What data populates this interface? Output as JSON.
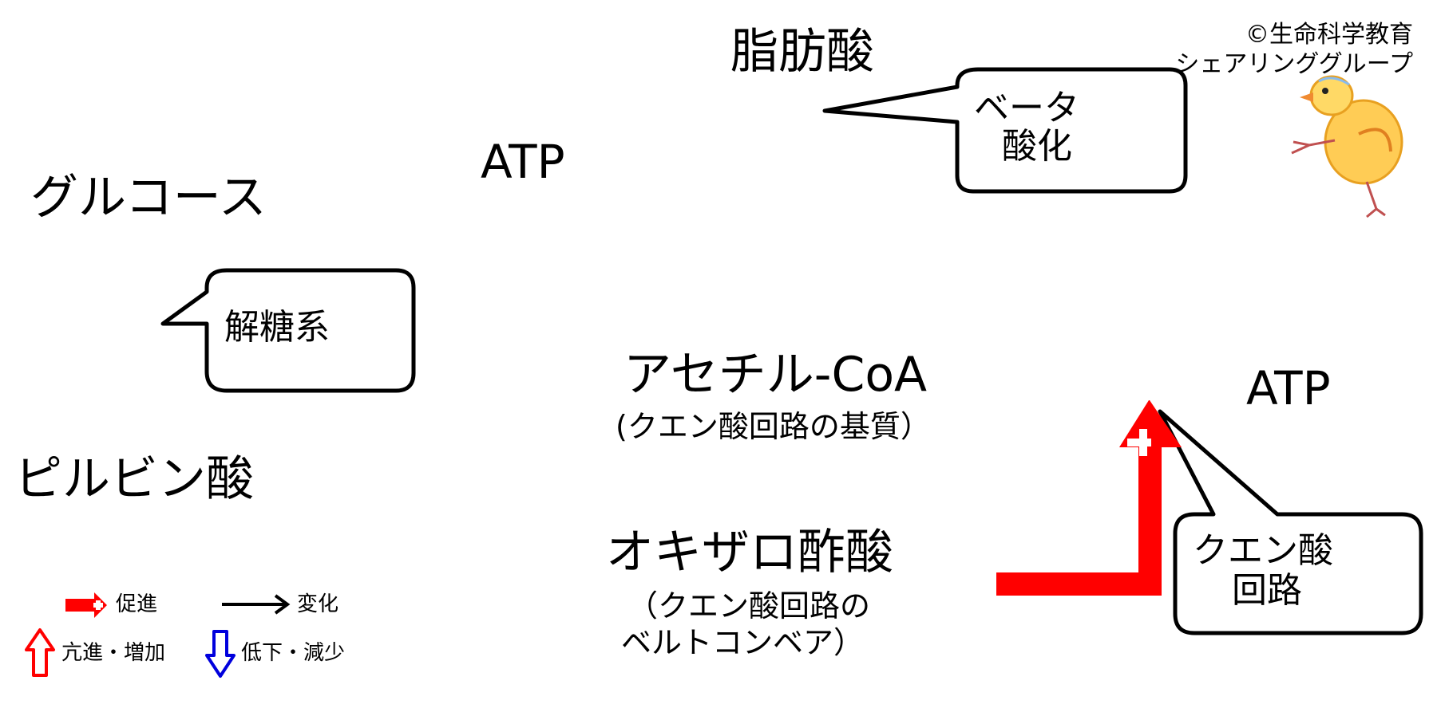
{
  "credit": {
    "line1": "©生命科学教育",
    "line2": "シェアリンググループ"
  },
  "nodes": {
    "glucose": "グルコース",
    "pyruvate": "ピルビン酸",
    "fatty_acid": "脂肪酸",
    "acetyl_coa": "アセチル-CoA",
    "acetyl_coa_note": "(クエン酸回路の基質）",
    "oxaloacetate": "オキザロ酢酸",
    "oxaloacetate_note_1": "（クエン酸回路の",
    "oxaloacetate_note_2": "ベルトコンベア）",
    "atp_top": "ATP",
    "atp_right": "ATP"
  },
  "callouts": {
    "glycolysis": "解糖系",
    "beta_oxidation_1": "ベータ",
    "beta_oxidation_2": "酸化",
    "citric_cycle_1": "クエン酸",
    "citric_cycle_2": "回路"
  },
  "legend": {
    "promote": "促進",
    "change": "変化",
    "increase": "亢進・増加",
    "decrease": "低下・減少"
  },
  "colors": {
    "promote": "#ff0000",
    "decrease": "#0000dd",
    "outline": "#000000"
  },
  "icons": [
    "chick-illustration",
    "promote-arrow-icon",
    "change-arrow-icon",
    "increase-arrow-icon",
    "decrease-arrow-icon"
  ]
}
